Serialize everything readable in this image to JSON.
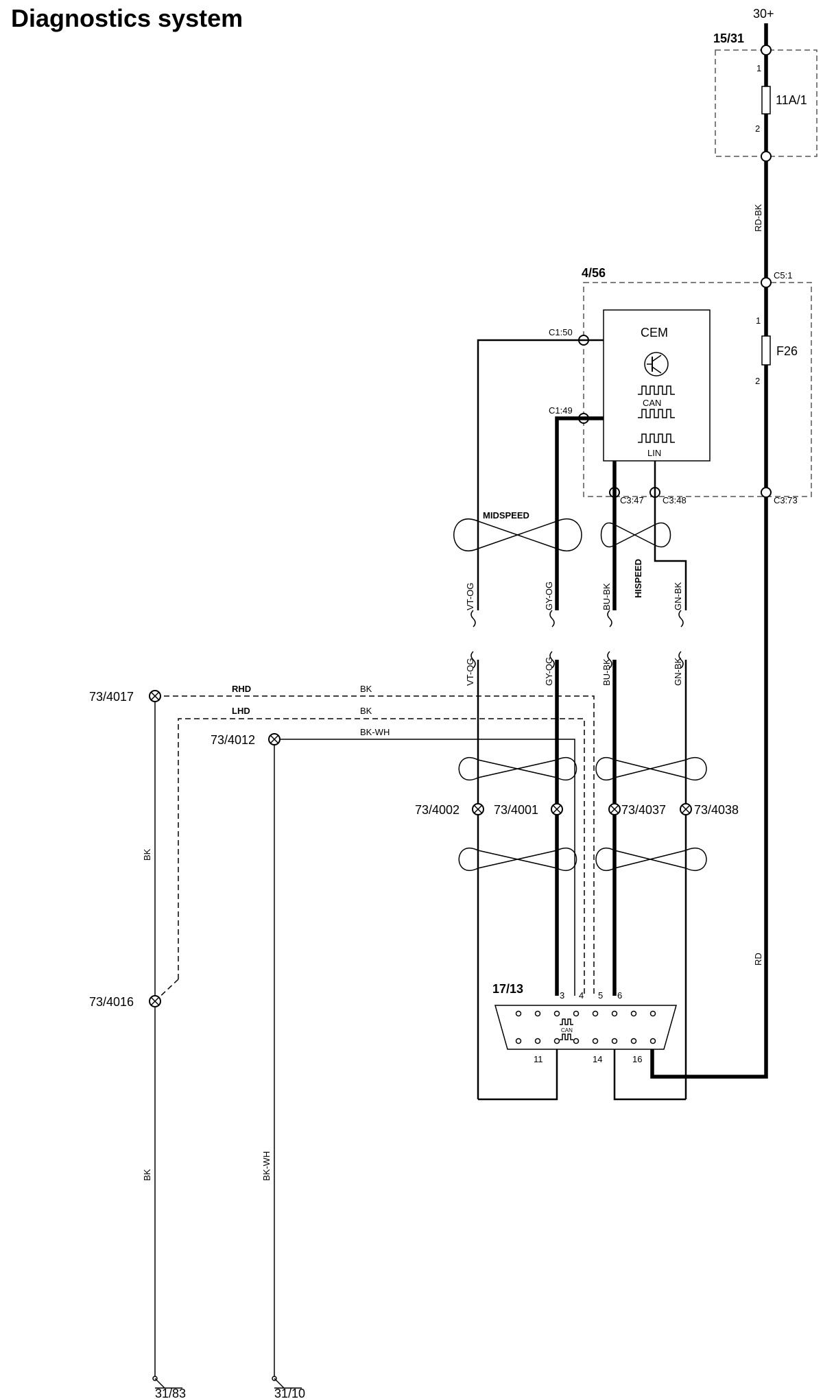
{
  "title": "Diagnostics system",
  "supply": {
    "label": "30+"
  },
  "fuse_box_1": {
    "ref": "15/31",
    "fuse": "11A/1",
    "pin_in": "1",
    "pin_out": "2"
  },
  "wire_rd_bk": "RD-BK",
  "cem_module": {
    "ref": "4/56",
    "name": "CEM",
    "can": "CAN",
    "lin": "LIN",
    "fuse": "F26",
    "fuse_pin_in": "1",
    "fuse_pin_out": "2",
    "pins": {
      "c5_1": "C5:1",
      "c1_50": "C1:50",
      "c1_49": "C1:49",
      "c3_47": "C3:47",
      "c3_48": "C3:48",
      "c3_73": "C3:73"
    }
  },
  "buses": {
    "midspeed": "MIDSPEED",
    "hispeed": "HISPEED"
  },
  "wires": {
    "vt_og": "VT-OG",
    "gy_og": "GY-OG",
    "bu_bk": "BU-BK",
    "gn_bk": "GN-BK",
    "rd": "RD",
    "bk": "BK",
    "bk_wh": "BK-WH"
  },
  "variants": {
    "rhd": "RHD",
    "lhd": "LHD"
  },
  "splices": {
    "s4017": "73/4017",
    "s4012": "73/4012",
    "s4002": "73/4002",
    "s4001": "73/4001",
    "s4037": "73/4037",
    "s4038": "73/4038",
    "s4016": "73/4016"
  },
  "dlc": {
    "ref": "17/13",
    "can": "CAN",
    "pins": {
      "p3": "3",
      "p4": "4",
      "p5": "5",
      "p6": "6",
      "p11": "11",
      "p14": "14",
      "p16": "16"
    }
  },
  "grounds": {
    "g1": "31/83",
    "g2": "31/10"
  }
}
